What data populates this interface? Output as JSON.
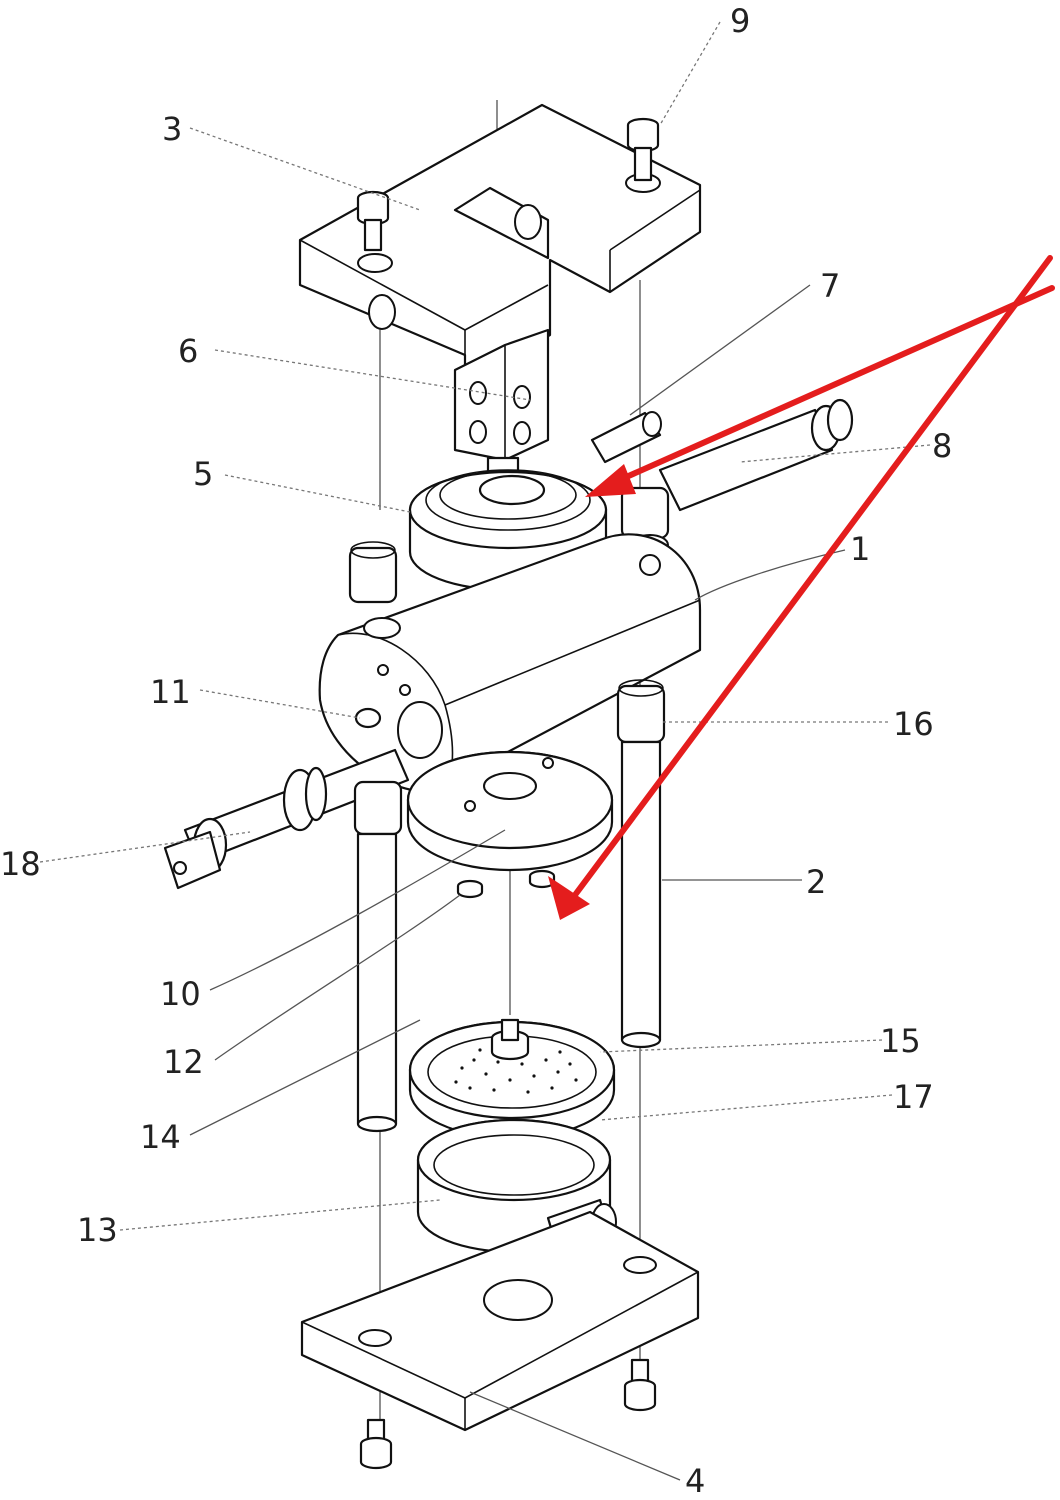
{
  "diagram": {
    "callouts": {
      "c1": "1",
      "c2": "2",
      "c3": "3",
      "c4": "4",
      "c5": "5",
      "c6": "6",
      "c7": "7",
      "c8": "8",
      "c9": "9",
      "c10": "10",
      "c11": "11",
      "c12": "12",
      "c13": "13",
      "c14": "14",
      "c15": "15",
      "c16": "16",
      "c17": "17",
      "c18": "18"
    },
    "annotation_color": "#e41d1d"
  }
}
